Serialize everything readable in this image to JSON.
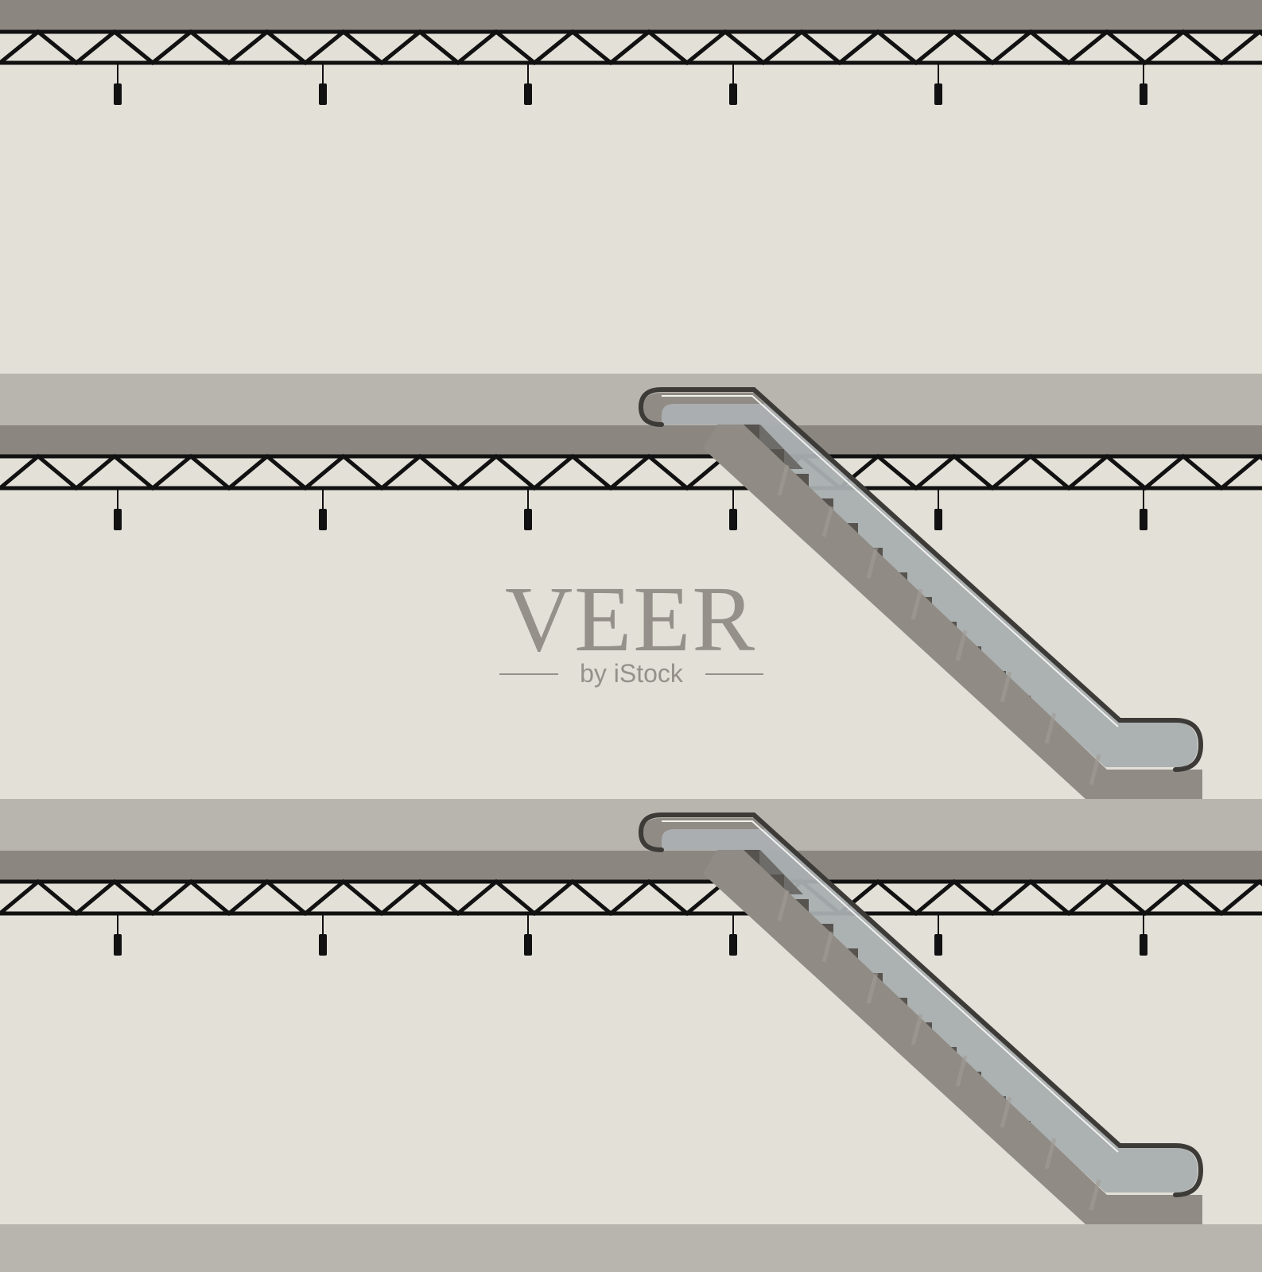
{
  "watermark": {
    "title": "VEER",
    "subtitle": "by iStock"
  },
  "colors": {
    "wall": "#e3e0d8",
    "slab_top": "#b8b5ae",
    "slab_beam": "#8b8780",
    "truss": "#111111",
    "escalator_body": "#908c85",
    "escalator_glass": "#a9aeb0",
    "escalator_steps": "#57544f",
    "handrail": "#3d3b38",
    "watermark": "#8f8b84"
  },
  "scene": {
    "floors": 3,
    "escalators": 2,
    "lights_per_floor": 6
  }
}
